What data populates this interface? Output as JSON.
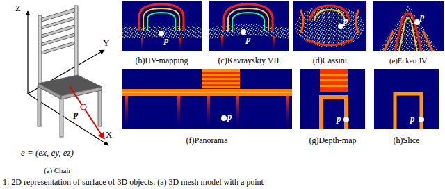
{
  "diagram": {
    "caption": "1: 2D representation of surface of 3D objects. (a) 3D mesh model with a point",
    "nodes": [
      {
        "text": [
          "(a) Chair"
        ]
      },
      {
        "text": [
          "(b)UV-mapping"
        ]
      },
      {
        "text": [
          "(c)Kavrayskiy VII"
        ]
      },
      {
        "text": [
          "(d)Cassini"
        ]
      },
      {
        "text": [
          "(e)Eckert IV"
        ]
      },
      {
        "text": [
          "(f)Panorama"
        ]
      },
      {
        "text": [
          "(g)Depth-map"
        ]
      },
      {
        "text": [
          "(h)Slice"
        ]
      }
    ],
    "labels": [
      "Z",
      "Y",
      "X",
      "p",
      "e = (ex, ey, ez)",
      "p",
      "p",
      "p",
      "p",
      "p",
      "p",
      "p"
    ]
  }
}
